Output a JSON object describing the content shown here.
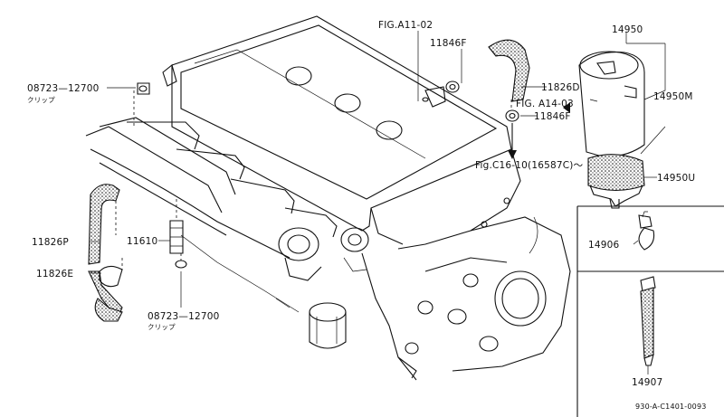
{
  "labels": {
    "fig_a11_02": "FIG.A11-02",
    "p11846f_top": "11846F",
    "p11826d": "11826D",
    "fig_a14_03": "FIG. A14-03",
    "p11846f_mid": "11846F",
    "fig_c16_10": "Fig.C16-10(16587C)〜",
    "p08723_top": "08723—12700",
    "clip_top": "クリップ",
    "p14950": "14950",
    "p14950m": "14950M",
    "p14950u": "14950U",
    "p14906": "14906",
    "p14907": "14907",
    "p11826p": "11826P",
    "p11610": "11610",
    "p11826e": "11826E",
    "p08723_bot": "08723—12700",
    "clip_bot": "クリップ",
    "drawing_code": "930-A-C1401-0093"
  }
}
